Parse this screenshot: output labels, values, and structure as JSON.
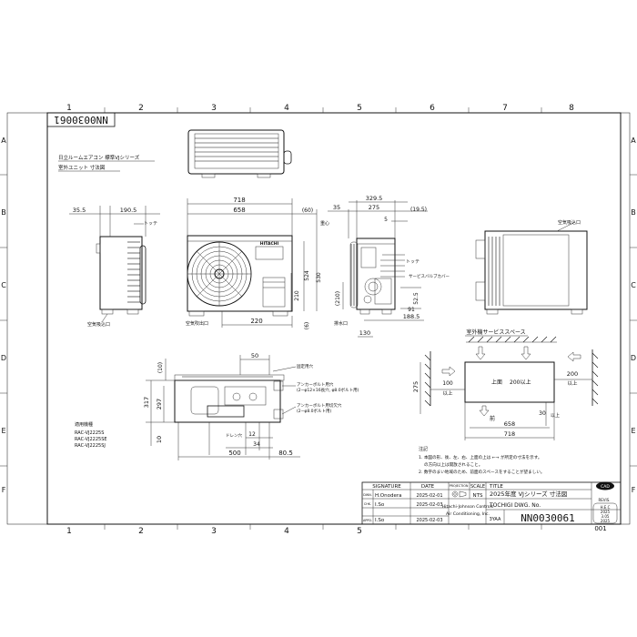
{
  "grid": {
    "columns": [
      "1",
      "2",
      "3",
      "4",
      "5",
      "6",
      "7",
      "8"
    ],
    "rows": [
      "A",
      "B",
      "C",
      "D",
      "E",
      "F"
    ]
  },
  "drawing_number_rotated": "NN0030061",
  "title_block_jp": {
    "line1": "日立ルームエアコン 標準VJシリーズ",
    "line2": "室外ユニット 寸法図"
  },
  "front_view": {
    "brand": "HITACHI",
    "dim_total_width": "718",
    "dim_body_width": "658",
    "dim_side_offset": "(60)",
    "dim_height": "530",
    "dim_inner_height": "524",
    "dim_bottom": "210",
    "dim_paren_6": "(6)",
    "dim_220": "220",
    "label_heavy": "重心",
    "label_outlet": "空気吹出口"
  },
  "left_view": {
    "dim_35_5": "35.5",
    "dim_190_5": "190.5",
    "label_handle": "トッテ",
    "label_inlet": "空気吸込口"
  },
  "side_view": {
    "dim_329_5": "329.5",
    "dim_35": "35",
    "dim_275": "275",
    "dim_19_5": "(19.5)",
    "dim_5": "5",
    "dim_210p": "(210)",
    "dim_52_5": "52.5",
    "dim_91": "91",
    "dim_188_5": "188.5",
    "dim_130": "130",
    "label_handle": "トッテ",
    "label_valve_cover": "サービスバルブカバー",
    "label_drain": "排水口"
  },
  "back_view": {
    "label_inlet": "空気吸込口"
  },
  "bottom_view": {
    "dim_50": "50",
    "dim_10p": "(10)",
    "dim_317": "317",
    "dim_297": "297",
    "dim_10": "10",
    "dim_12": "12",
    "dim_34": "34",
    "dim_500": "500",
    "dim_80_5": "80.5",
    "label_fix_hole": "固定用穴",
    "label_anchor1": "アンカーボルト用穴",
    "label_anchor1b": "(2−φ12×16長穴, φ8.0ボルト用)",
    "label_anchor2": "アンカーボルト用切欠穴",
    "label_anchor2b": "(2−φ8.0ボルト用)",
    "label_drain_hole": "ドレン穴"
  },
  "service_space": {
    "title": "室外機サービススペース",
    "label_top": "上面",
    "label_top_val": "200以上",
    "dim_100": "100",
    "dim_100b": "以上",
    "dim_200": "200",
    "dim_200b": "以上",
    "dim_275": "275",
    "dim_30": "30",
    "dim_30b": "以上",
    "label_front": "前",
    "dim_658": "658",
    "dim_718": "718"
  },
  "models": {
    "header": "適用機種",
    "list": [
      "RAC-VJ2225S",
      "RAC-VJ2225SE",
      "RAC-VJ2225SJ"
    ]
  },
  "notes": {
    "header": "注記",
    "line1": "1. 本図の形、後、左、右、上面の上は ←→ が所定の寸法を示す。",
    "line2": "の方向以上は開放されること。",
    "line3": "2. 数字のまい地域のため、前面のスペースをすることが望ましい。"
  },
  "title_block": {
    "signature_hdr": "SIGNATURE",
    "date_hdr": "DATE",
    "projection_hdr": "PROJECTION",
    "scale_hdr": "SCALE",
    "title_hdr": "TITLE",
    "rows": [
      {
        "role": "DWN.",
        "name": "H.Onodera",
        "date": "2025-02-01"
      },
      {
        "role": "CHK.",
        "name": "I.So",
        "date": "2025-02-03"
      },
      {
        "role": "APPD.",
        "name": "I.So",
        "date": "2025-02-03"
      }
    ],
    "scale_val": "NTS",
    "title_val": "2025年度 VJシリーズ 寸法図",
    "company1": "Hitachi-Johnson Controls",
    "company2": "Air Conditioning, Inc.",
    "tochigi": "TOCHIGI DWG. No.",
    "size": "3YAA",
    "dwg_no": "NN0030061",
    "rev": "001",
    "cad": "CAD",
    "revis_lbl": "REVIS.",
    "stamp_lines": [
      "H.E.C",
      "2025",
      "3.05",
      "2025"
    ]
  }
}
